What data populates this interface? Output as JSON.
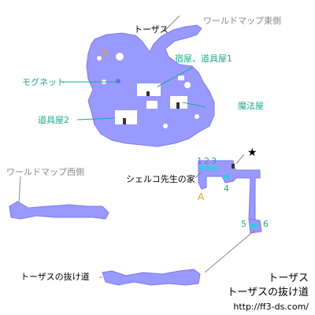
{
  "labels": {
    "town": "トーザス",
    "world_map_east": "ワールドマップ東側",
    "inn_item_shop_1": "宿屋、道具屋1",
    "moogle_net": "モグネット",
    "item_shop_2": "道具屋2",
    "magic_shop": "魔法屋",
    "world_map_west": "ワールドマップ西側",
    "sheruko_house": "シェルコ先生の家",
    "tozas_passage": "トーザスの抜け道",
    "marker_a_upper": "A",
    "marker_a_lower": "A",
    "marker_1": "1",
    "marker_2": "2",
    "marker_3": "3",
    "marker_4": "4",
    "marker_5": "5",
    "marker_6": "6",
    "star": "★"
  },
  "footer": {
    "title_line1": "トーザス",
    "title_line2": "トーザスの抜け道",
    "url": "http://ff3-ds.com/"
  },
  "colors": {
    "floor": "#9999ff",
    "edge": "#6e6ee8",
    "marker": "#33ccdd",
    "callout_teal": "#22aa88",
    "callout_gray": "#888888",
    "marker_orange": "#ee9922",
    "text": "#000000"
  }
}
